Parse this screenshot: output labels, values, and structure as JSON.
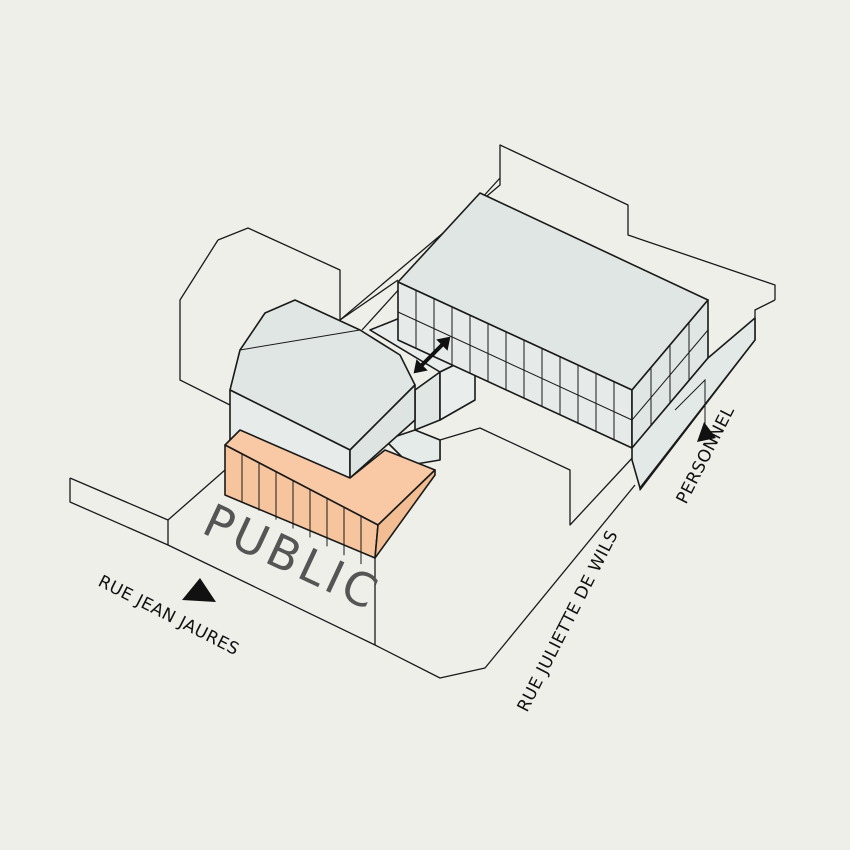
{
  "labels": {
    "public": "PUBLIC",
    "rue_jean_jaures": "RUE JEAN JAURES",
    "rue_juliette_de_wils": "RUE JULIETTE DE WILS",
    "personnel": "PERSONNEL"
  },
  "icons": {
    "double_arrow": "double-arrow-icon",
    "entrance_arrow": "triangle-arrow-icon"
  },
  "colors": {
    "background": "#efefea",
    "building": "#dfe6e3",
    "building_side": "#e7ecea",
    "highlight": "#f8c9a4",
    "line": "#1a1a1a"
  }
}
